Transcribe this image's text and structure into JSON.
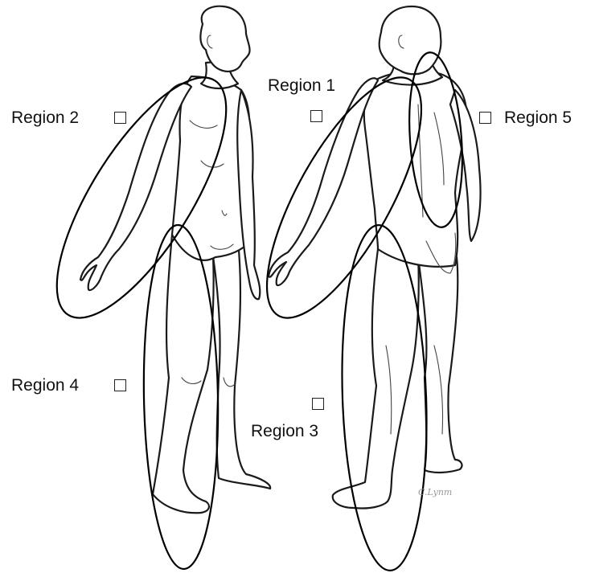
{
  "regions": [
    {
      "id": 1,
      "label": "Region 1"
    },
    {
      "id": 2,
      "label": "Region 2"
    },
    {
      "id": 3,
      "label": "Region 3"
    },
    {
      "id": 4,
      "label": "Region 4"
    },
    {
      "id": 5,
      "label": "Region 5"
    }
  ],
  "signature": "C.Lynm",
  "colors": {
    "stroke": "#1a1a1a",
    "background": "#ffffff"
  }
}
